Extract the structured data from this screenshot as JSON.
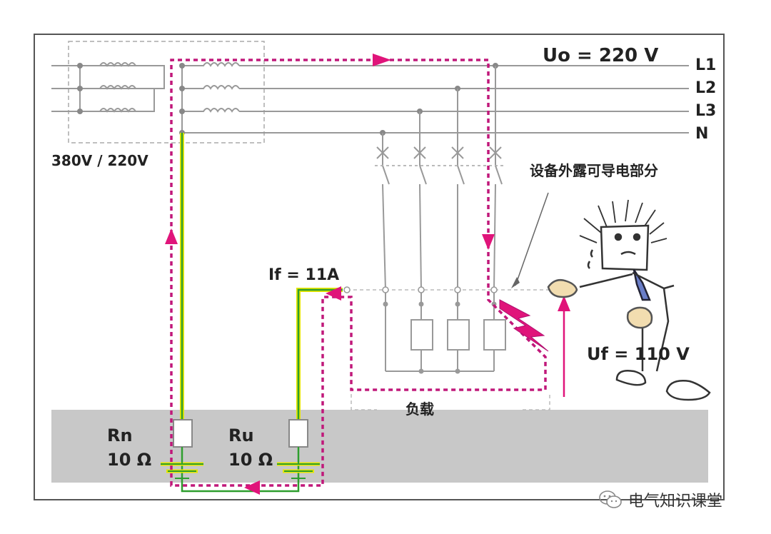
{
  "labels": {
    "uo": "Uo = 220 V",
    "l1": "L1",
    "l2": "L2",
    "l3": "L3",
    "n": "N",
    "transformer": "380V / 220V",
    "exposed_part": "设备外露可导电部分",
    "if_current": "If = 11A",
    "uf_voltage": "Uf = 110 V",
    "load": "负载",
    "rn": "Rn",
    "rn_value": "10 Ω",
    "ru": "Ru",
    "ru_value": "10 Ω"
  },
  "watermark": {
    "text": "电气知识课堂"
  },
  "colors": {
    "fault_path": "#c0187a",
    "arrow": "#e0147a",
    "pe_green": "#2e9e2e",
    "pe_yellow": "#e6e600",
    "ground": "#c8c8c8",
    "wire": "#999999"
  }
}
